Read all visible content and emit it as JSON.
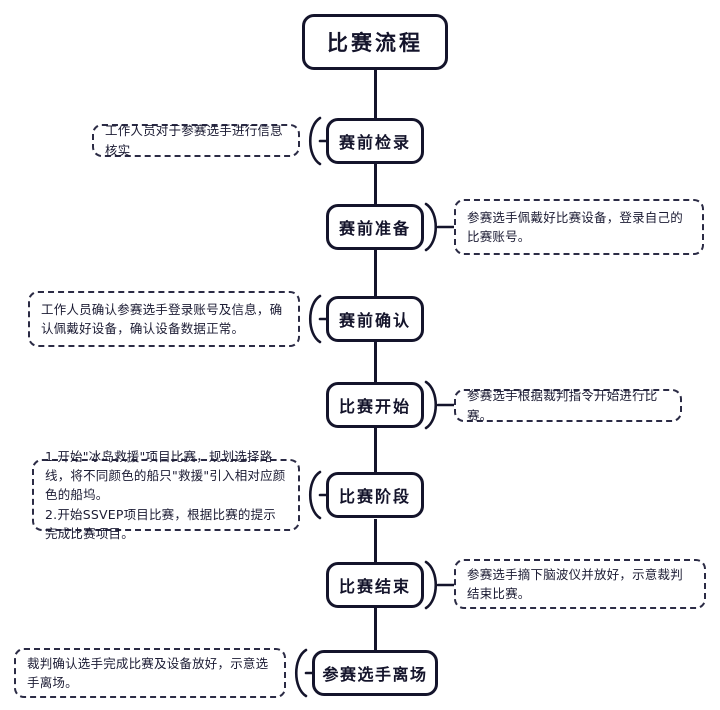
{
  "diagram": {
    "title": "比赛流程",
    "nodes": [
      {
        "id": "pre-check",
        "label": "赛前检录"
      },
      {
        "id": "pre-prep",
        "label": "赛前准备"
      },
      {
        "id": "pre-confirm",
        "label": "赛前确认"
      },
      {
        "id": "race-start",
        "label": "比赛开始"
      },
      {
        "id": "race-phase",
        "label": "比赛阶段"
      },
      {
        "id": "race-end",
        "label": "比赛结束"
      },
      {
        "id": "leave",
        "label": "参赛选手离场"
      }
    ],
    "notes": [
      {
        "id": "note-pre-check",
        "side": "left",
        "text": "工作人员对于参赛选手进行信息核实"
      },
      {
        "id": "note-pre-prep",
        "side": "right",
        "text": "参赛选手佩戴好比赛设备，登录自己的比赛账号。"
      },
      {
        "id": "note-pre-confirm",
        "side": "left",
        "text": "工作人员确认参赛选手登录账号及信息，确认佩戴好设备，确认设备数据正常。"
      },
      {
        "id": "note-race-start",
        "side": "right",
        "text": "参赛选手根据裁判指令开始进行比赛。"
      },
      {
        "id": "note-race-phase",
        "side": "left",
        "text": "1.开始\"冰岛救援\"项目比赛，规划选择路线，将不同颜色的船只\"救援\"引入相对应颜色的船坞。\n2.开始SSVEP项目比赛，根据比赛的提示完成比赛项目。"
      },
      {
        "id": "note-race-end",
        "side": "right",
        "text": "参赛选手摘下脑波仪并放好，示意裁判结束比赛。"
      },
      {
        "id": "note-leave",
        "side": "left",
        "text": "裁判确认选手完成比赛及设备放好，示意选手离场。"
      }
    ],
    "colors": {
      "line": "#14142b",
      "note_border": "#2b2b45",
      "background": "#ffffff"
    }
  }
}
